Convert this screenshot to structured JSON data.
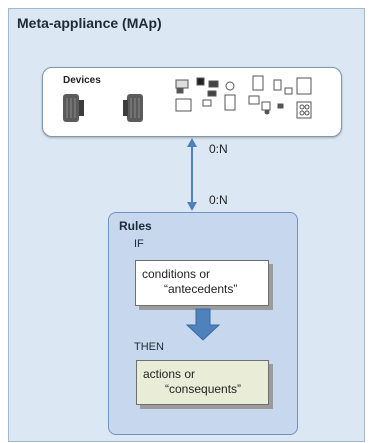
{
  "diagram": {
    "title": "Meta-appliance (MAp)",
    "devices_label": "Devices",
    "link": {
      "cardinality_top": "0:N",
      "cardinality_bottom": "0:N"
    },
    "rules": {
      "title": "Rules",
      "if_label": "IF",
      "conditions_line1": "conditions or",
      "conditions_line2": "“antecedents”",
      "then_label": "THEN",
      "actions_line1": "actions or",
      "actions_line2": "“consequents”"
    }
  },
  "colors": {
    "frame_bg": "#dbe7f2",
    "rules_bg": "#c7d8ee",
    "arrow_blue": "#4f81bd",
    "actions_bg": "#e9edd7"
  }
}
